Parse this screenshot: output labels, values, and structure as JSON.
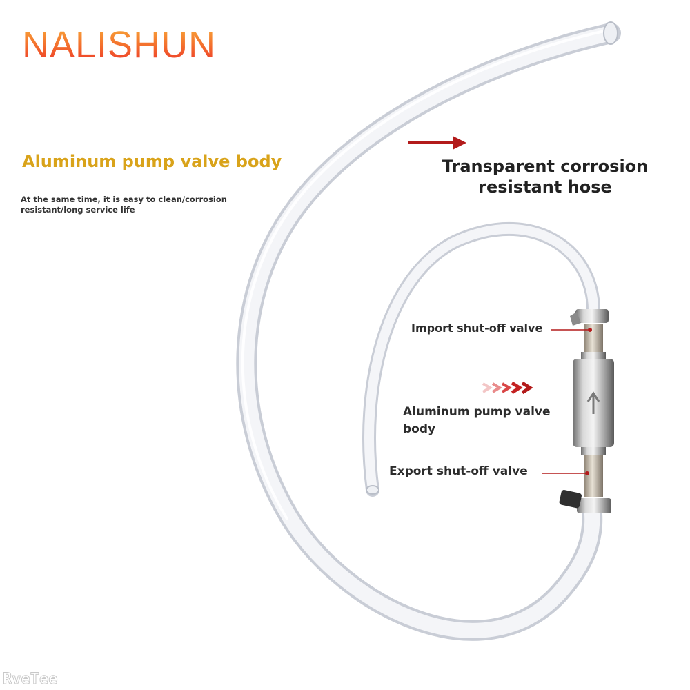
{
  "brand": {
    "name": "NALISHUN"
  },
  "intro": {
    "headline": "Aluminum pump valve body",
    "description": "At the same time, it is easy to clean/corrosion resistant/long service life"
  },
  "callouts": {
    "hose": "Transparent corrosion resistant hose",
    "import_valve": "Import shut-off valve",
    "pump_body": "Aluminum pump valve body",
    "export_valve": "Export shut-off valve"
  },
  "watermark": "RveTee",
  "colors": {
    "brand_gradient_top": "#f9b13b",
    "brand_gradient_bottom": "#ec2f2a",
    "headline": "#d9a31a",
    "arrow": "#b31b1b",
    "callout_line": "#b31b1b"
  },
  "icons": {
    "hose_arrow": "arrow-right-icon",
    "flow_direction": "chevrons-right-icon"
  }
}
